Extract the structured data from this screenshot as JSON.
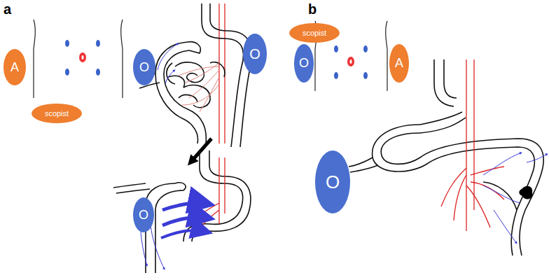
{
  "diagram": {
    "nodes": [
      {
        "text": [
          "A"
        ]
      },
      {
        "text": [
          "O"
        ]
      },
      {
        "text": [
          "scopist"
        ]
      },
      {
        "text": [
          "O"
        ]
      },
      {
        "text": [
          "O"
        ]
      },
      {
        "text": [
          "scopist"
        ]
      },
      {
        "text": [
          "O"
        ]
      },
      {
        "text": [
          "A"
        ]
      },
      {
        "text": [
          "O"
        ]
      }
    ],
    "labels": [
      "a",
      "b"
    ]
  }
}
